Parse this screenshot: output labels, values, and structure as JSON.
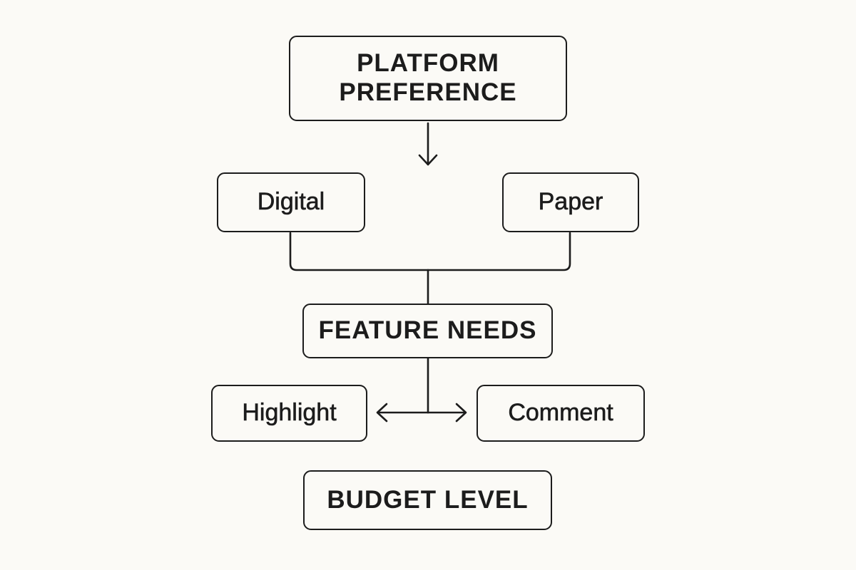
{
  "diagram": {
    "nodes": {
      "platform_preference": {
        "label": "PLATFORM\nPREFERENCE"
      },
      "digital": {
        "label": "Digital"
      },
      "paper": {
        "label": "Paper"
      },
      "feature_needs": {
        "label": "FEATURE NEEDS"
      },
      "highlight": {
        "label": "Highlight"
      },
      "comment": {
        "label": "Comment"
      },
      "budget_level": {
        "label": "BUDGET LEVEL"
      }
    },
    "edges": [
      {
        "from": "platform_preference",
        "to": "digital_paper_options",
        "style": "arrow"
      },
      {
        "from": "digital",
        "to": "feature_needs",
        "style": "merge-line"
      },
      {
        "from": "paper",
        "to": "feature_needs",
        "style": "merge-line"
      },
      {
        "from": "feature_needs",
        "to": "highlight",
        "style": "arrow"
      },
      {
        "from": "feature_needs",
        "to": "comment",
        "style": "arrow"
      }
    ],
    "colors": {
      "background": "#fbfaf6",
      "stroke": "#1c1c1c"
    }
  }
}
